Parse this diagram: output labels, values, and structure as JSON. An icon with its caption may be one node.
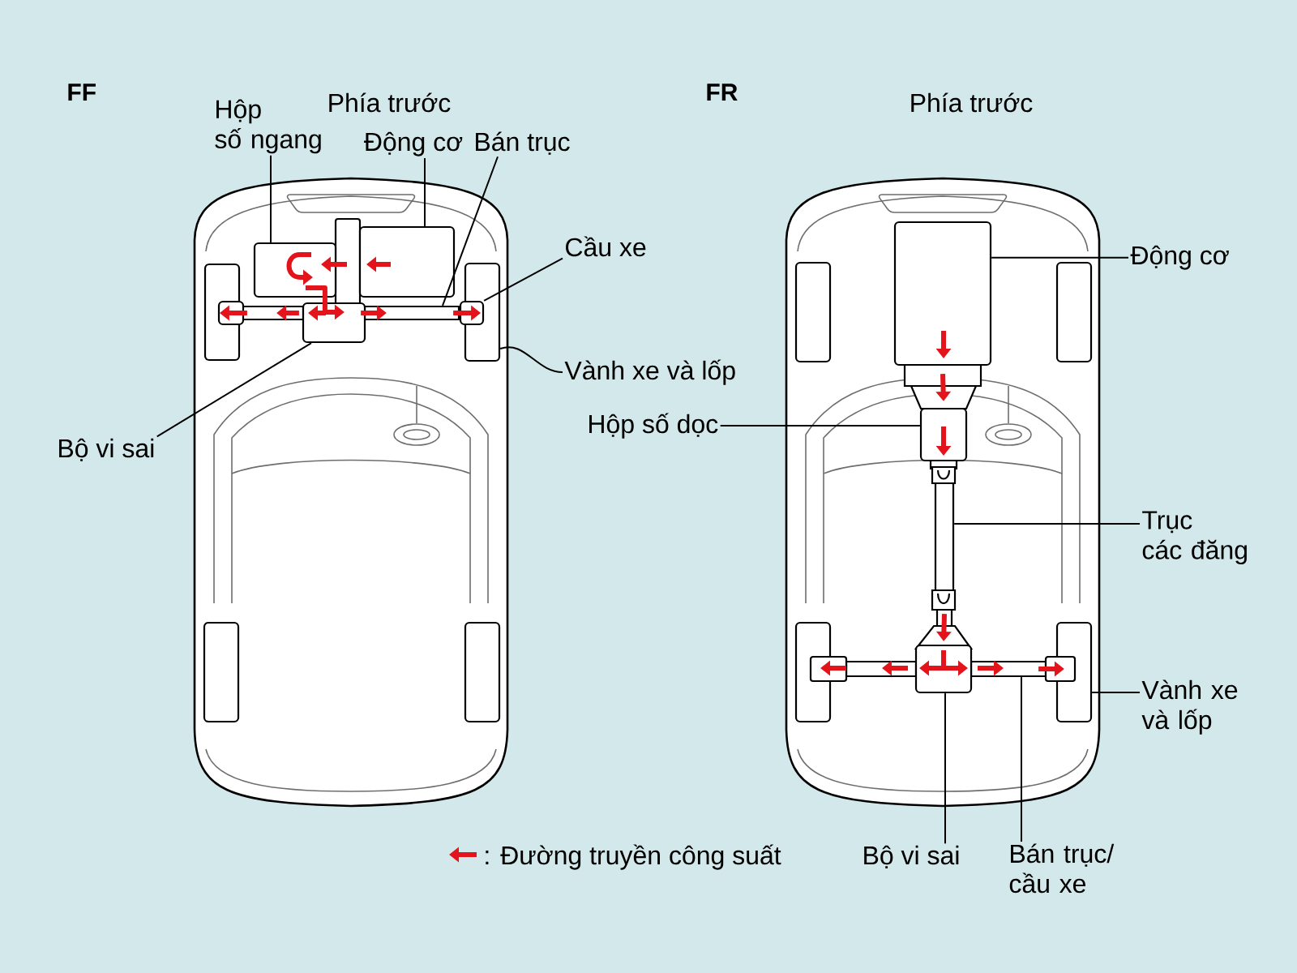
{
  "diagram": {
    "nodes": [
      {
        "text": [
          "Hộp số ngang"
        ]
      },
      {
        "text": [
          "Động cơ"
        ]
      },
      {
        "text": [
          "Bán trục"
        ]
      },
      {
        "text": [
          "Cầu xe"
        ]
      },
      {
        "text": [
          "Vành xe và lốp"
        ]
      },
      {
        "text": [
          "Bộ vi sai"
        ]
      },
      {
        "text": [
          "Động cơ"
        ]
      },
      {
        "text": [
          "Hộp số dọc"
        ]
      },
      {
        "text": [
          "Trục các đăng"
        ]
      },
      {
        "text": [
          "Vành xe và lốp"
        ]
      },
      {
        "text": [
          "Bộ vi sai"
        ]
      },
      {
        "text": [
          "Bán trục/ cầu xe"
        ]
      },
      {
        "text": [],
        "shape": "box"
      },
      {
        "text": [],
        "shape": "box"
      },
      {
        "text": [],
        "shape": "bar"
      },
      {
        "text": [],
        "shape": "box"
      },
      {
        "text": [],
        "shape": "box"
      },
      {
        "text": [],
        "shape": "box"
      },
      {
        "text": [],
        "shape": "box"
      },
      {
        "text": [],
        "shape": "box"
      },
      {
        "text": [],
        "shape": "bar"
      },
      {
        "text": [],
        "shape": "box"
      },
      {
        "text": [],
        "shape": "box"
      },
      {
        "text": [],
        "shape": "bar"
      },
      {
        "text": [],
        "shape": "box"
      },
      {
        "text": [],
        "shape": "box"
      },
      {
        "text": [],
        "shape": "box"
      },
      {
        "text": [],
        "shape": "box"
      },
      {
        "text": [],
        "shape": "box"
      },
      {
        "text": [],
        "shape": "box"
      },
      {
        "text": [],
        "shape": "bar"
      },
      {
        "text": [],
        "shape": "box"
      }
    ],
    "edges": [
      {
        "from": 0,
        "to": 12,
        "arrow": "none"
      },
      {
        "from": 1,
        "to": 13,
        "arrow": "none"
      },
      {
        "from": 2,
        "to": 14,
        "arrow": "none"
      },
      {
        "from": 3,
        "to": 15,
        "arrow": "none"
      },
      {
        "from": 4,
        "to": 16,
        "arrow": "none"
      },
      {
        "from": 5,
        "to": 17,
        "arrow": "none"
      },
      {
        "from": 6,
        "to": 18,
        "arrow": "none"
      },
      {
        "from": 7,
        "to": 19,
        "arrow": "none"
      },
      {
        "from": 8,
        "to": 20,
        "arrow": "none"
      },
      {
        "from": 9,
        "to": 21,
        "arrow": "none"
      },
      {
        "from": 10,
        "to": 22,
        "arrow": "none"
      },
      {
        "from": 11,
        "to": 23,
        "arrow": "none"
      },
      {
        "from": 12,
        "to": 17,
        "arrow": "to",
        "style": "thick",
        "color": "#e3141b"
      },
      {
        "from": 17,
        "to": 14,
        "arrow": "to",
        "style": "thick",
        "color": "#e3141b"
      },
      {
        "from": 14,
        "to": 15,
        "arrow": "to",
        "style": "thick",
        "color": "#e3141b"
      },
      {
        "from": 18,
        "to": 19,
        "arrow": "to",
        "style": "thick",
        "color": "#e3141b"
      },
      {
        "from": 20,
        "to": 22,
        "arrow": "to",
        "style": "thick",
        "color": "#e3141b"
      },
      {
        "from": 23,
        "to": 21,
        "arrow": "to",
        "style": "thick",
        "color": "#e3141b"
      },
      {
        "from": 17,
        "to": 30,
        "arrow": "to",
        "style": "thick",
        "color": "#e3141b"
      },
      {
        "from": 30,
        "to": 31,
        "arrow": "to",
        "style": "thick",
        "color": "#e3141b"
      }
    ],
    "labels": [
      "FF",
      "Phía trước",
      "FR",
      "Phía trước"
    ],
    "legend": [
      {
        "text": ": Đường truyền công suất"
      }
    ]
  }
}
